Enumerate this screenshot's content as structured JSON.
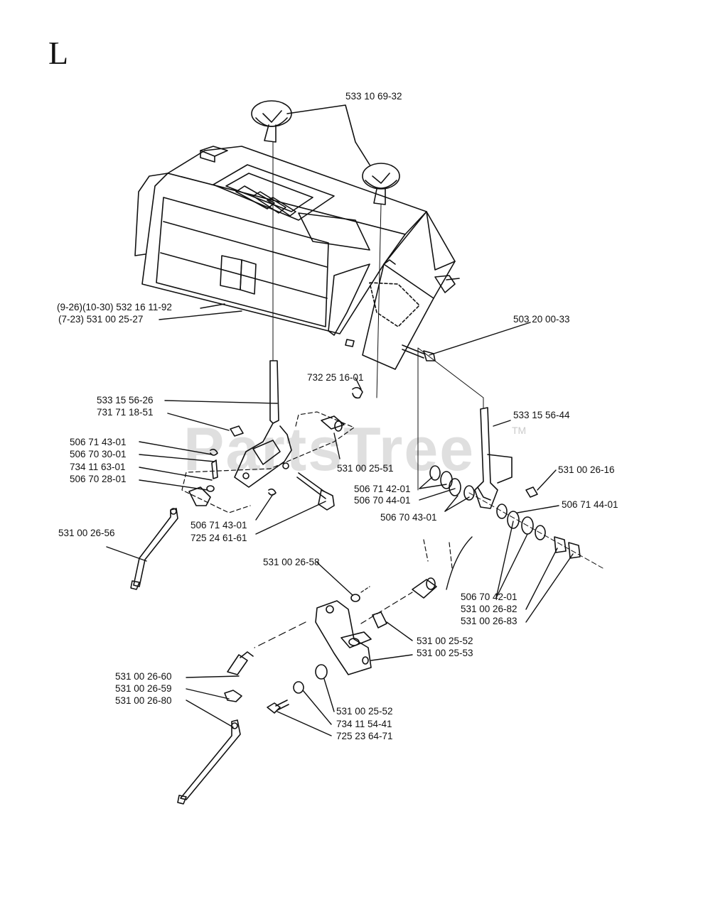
{
  "section": "L",
  "watermark": "PartsTree",
  "trademark": "TM",
  "part_labels": {
    "knob": "533 10 69-32",
    "panel_a": "(9-26)(10-30) 532 16 11-92",
    "panel_b": "(7-23) 531 00 25-27",
    "screw_a": "503 20 00-33",
    "clip_a": "732 25 16-01",
    "lever_left": "533 15 56-26",
    "nut_a": "731 71 18-51",
    "lever_right": "533 15 56-44",
    "clip_b": "506 71 43-01",
    "washer_a": "506 70 30-01",
    "screw_b": "734 11 63-01",
    "washer_b": "506 70 28-01",
    "spacer_a": "531 00 25-51",
    "nut_b": "531 00 26-16",
    "clip_c": "506 71 42-01",
    "washer_c": "506 70 44-01",
    "washer_d": "506 70 43-01",
    "clip_d": "506 71 44-01",
    "rod_left": "531 00 26-56",
    "clip_e": "506 71 43-01",
    "bolt_a": "725 24 61-61",
    "washer_e": "506 70 42-01",
    "nut_c": "531 00 26-82",
    "nut_d": "531 00 26-83",
    "bushing_a": "531 00 26-58",
    "bushing_b": "531 00 25-52",
    "bracket": "531 00 25-53",
    "elbow": "531 00 26-60",
    "clip_f": "531 00 26-59",
    "rod_lower": "531 00 26-80",
    "bushing_c": "531 00 25-52",
    "washer_f": "734 11 54-41",
    "bolt_b": "725 23 64-71"
  }
}
